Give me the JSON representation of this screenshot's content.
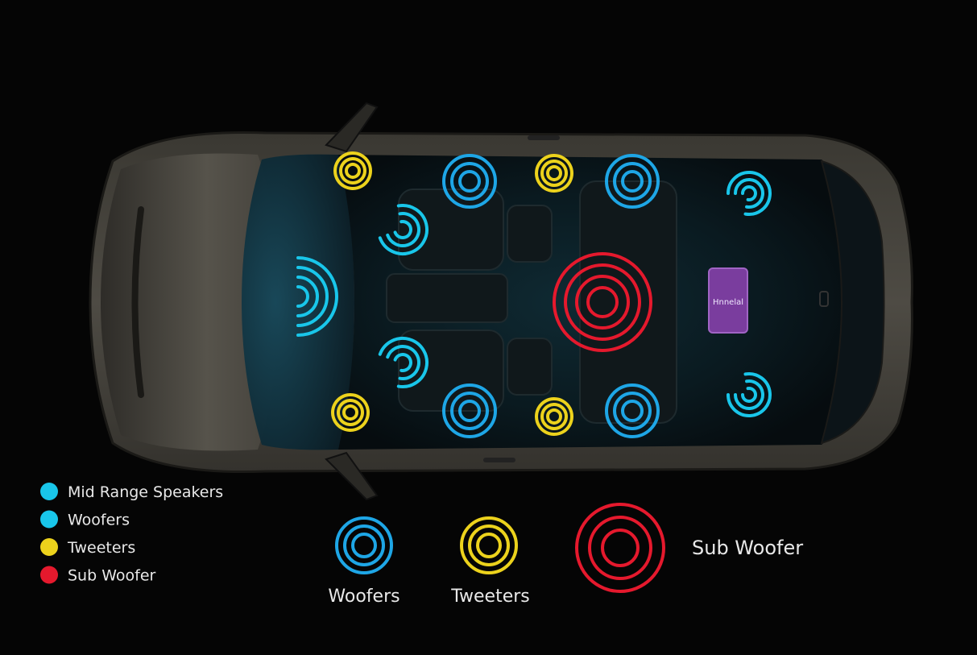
{
  "colors": {
    "background": "#050505",
    "mid_range": "#19c6ea",
    "woofer": "#1ea6e6",
    "tweeter": "#ecd21c",
    "sub_woofer": "#e5192d",
    "amplifier": "#7a3d9e",
    "label_text": "#e8e8e8"
  },
  "legend": {
    "items": [
      {
        "label": "Mid Range Speakers",
        "color": "#19c6ea"
      },
      {
        "label": "Woofers",
        "color": "#19c6ea"
      },
      {
        "label": "Tweeters",
        "color": "#ecd21c"
      },
      {
        "label": "Sub Woofer",
        "color": "#e5192d"
      }
    ]
  },
  "key": {
    "woofers_label": "Woofers",
    "tweeters_label": "Tweeters",
    "sub_woofer_label": "Sub Woofer"
  },
  "amplifier": {
    "label": "Hnnelal",
    "icon": "amplifier-box-icon"
  },
  "speakers": {
    "woofers_count": 4,
    "tweeters_count": 4,
    "mid_range_count": 5,
    "sub_woofer_count": 1
  }
}
